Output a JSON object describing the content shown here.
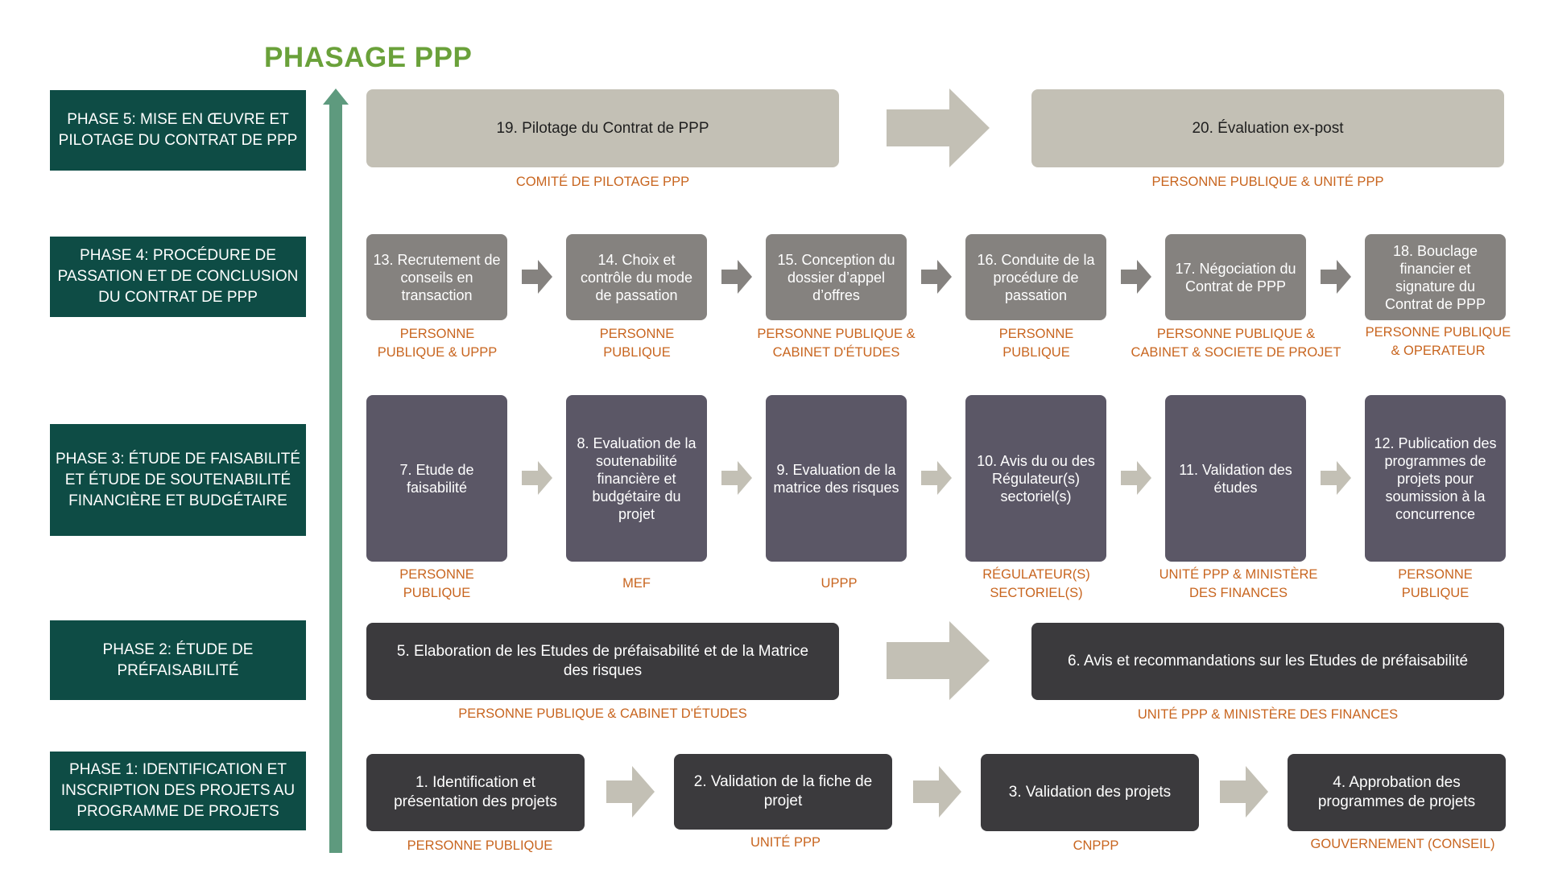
{
  "title": "PHASAGE PPP",
  "phases": {
    "p5": "PHASE 5: MISE EN ŒUVRE ET PILOTAGE DU CONTRAT DE PPP",
    "p4": "PHASE 4: PROCÉDURE DE PASSATION ET DE CONCLUSION DU CONTRAT DE PPP",
    "p3": "PHASE 3: ÉTUDE DE FAISABILITÉ ET ÉTUDE DE SOUTENABILITÉ FINANCIÈRE ET BUDGÉTAIRE",
    "p2": "PHASE 2: ÉTUDE DE PRÉFAISABILITÉ",
    "p1": "PHASE 1: IDENTIFICATION ET INSCRIPTION DES PROJETS AU PROGRAMME DE PROJETS"
  },
  "steps": {
    "s1": {
      "text": "1. Identification et présentation des projets",
      "actor": "PERSONNE PUBLIQUE"
    },
    "s2": {
      "text": "2. Validation de la fiche de projet",
      "actor": "UNITÉ PPP"
    },
    "s3": {
      "text": "3. Validation des projets",
      "actor": "CNPPP"
    },
    "s4": {
      "text": "4. Approbation des programmes de projets",
      "actor": "GOUVERNEMENT (CONSEIL)"
    },
    "s5": {
      "text": "5. Elaboration de les Etudes de préfaisabilité et de la Matrice des risques",
      "actor": "PERSONNE PUBLIQUE & CABINET D'ÉTUDES"
    },
    "s6": {
      "text": "6. Avis et recommandations sur les Etudes de préfaisabilité",
      "actor": "UNITÉ PPP & MINISTÈRE DES FINANCES"
    },
    "s7": {
      "text": "7. Etude de faisabilité",
      "actor": "PERSONNE\nPUBLIQUE"
    },
    "s8": {
      "text": "8. Evaluation de la soutenabilité financière et budgétaire du projet",
      "actor": "MEF"
    },
    "s9": {
      "text": "9. Evaluation de la matrice des risques",
      "actor": "UPPP"
    },
    "s10": {
      "text": "10. Avis du ou des Régulateur(s) sectoriel(s)",
      "actor": "RÉGULATEUR(S)\nSECTORIEL(S)"
    },
    "s11": {
      "text": "11. Validation des études",
      "actor": "UNITÉ PPP & MINISTÈRE\nDES FINANCES"
    },
    "s12": {
      "text": "12. Publication des programmes de projets pour soumission à la concurrence",
      "actor": "PERSONNE\nPUBLIQUE"
    },
    "s13": {
      "text": "13. Recrutement de conseils en transaction",
      "actor": "PERSONNE\nPUBLIQUE & UPPP"
    },
    "s14": {
      "text": "14. Choix et contrôle du mode de passation",
      "actor": "PERSONNE\nPUBLIQUE"
    },
    "s15": {
      "text": "15. Conception du dossier d’appel d’offres",
      "actor": "PERSONNE PUBLIQUE &\nCABINET D'ÉTUDES"
    },
    "s16": {
      "text": "16. Conduite de la procédure de passation",
      "actor": "PERSONNE\nPUBLIQUE"
    },
    "s17": {
      "text": "17. Négociation du Contrat de PPP",
      "actor": "PERSONNE PUBLIQUE &\nCABINET & SOCIETE DE PROJET"
    },
    "s18": {
      "text": "18. Bouclage financier et signature du Contrat de PPP",
      "actor": "PERSONNE PUBLIQUE\n& OPERATEUR"
    },
    "s19": {
      "text": "19. Pilotage du Contrat de PPP",
      "actor": "COMITÉ DE PILOTAGE  PPP"
    },
    "s20": {
      "text": "20. Évaluation ex-post",
      "actor": "PERSONNE PUBLIQUE & UNITÉ PPP"
    }
  }
}
